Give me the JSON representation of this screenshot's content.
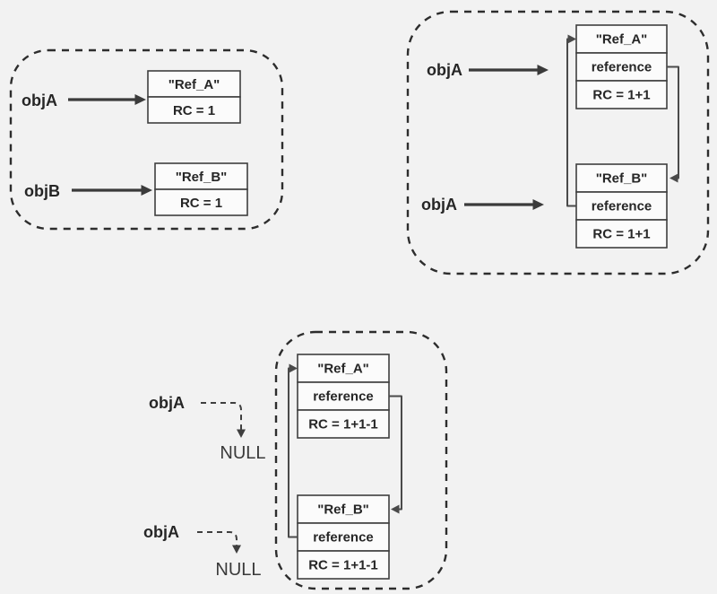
{
  "colors": {
    "background": "#f2f2f2",
    "box_fill": "#fbfbfb",
    "rc_fill": "#c9e22f",
    "box_border": "#3f3f3f",
    "text": "#262626",
    "outline_dash": "#2d2d2d",
    "arrow": "#3b3b3b"
  },
  "panels": [
    {
      "objects": [
        {
          "label": "objA",
          "box": {
            "title": "\"Ref_A\"",
            "rc": "RC = 1"
          }
        },
        {
          "label": "objB",
          "box": {
            "title": "\"Ref_B\"",
            "rc": "RC = 1"
          }
        }
      ]
    },
    {
      "objects": [
        {
          "label": "objA",
          "box": {
            "title": "\"Ref_A\"",
            "ref": "reference",
            "rc": "RC = 1+1"
          }
        },
        {
          "label": "objA",
          "box": {
            "title": "\"Ref_B\"",
            "ref": "reference",
            "rc": "RC = 1+1"
          }
        }
      ]
    },
    {
      "objects": [
        {
          "label": "objA",
          "null_label": "NULL",
          "box": {
            "title": "\"Ref_A\"",
            "ref": "reference",
            "rc": "RC = 1+1-1"
          }
        },
        {
          "label": "objA",
          "null_label": "NULL",
          "box": {
            "title": "\"Ref_B\"",
            "ref": "reference",
            "rc": "RC = 1+1-1"
          }
        }
      ]
    }
  ]
}
